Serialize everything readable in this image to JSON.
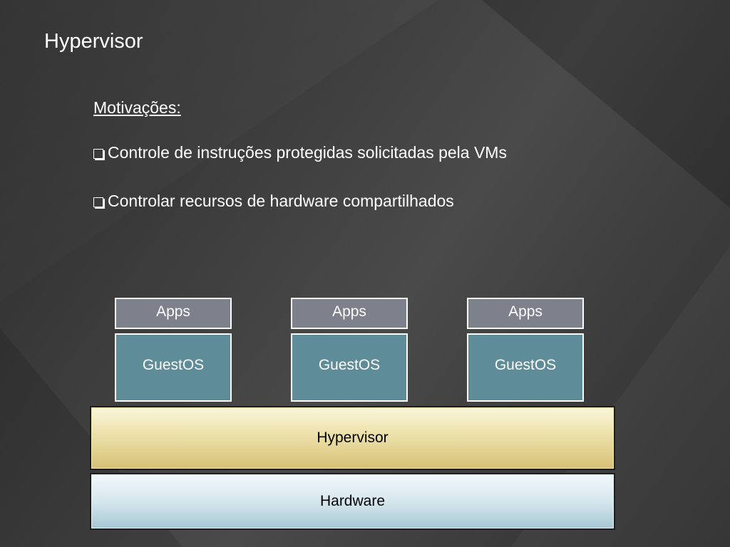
{
  "slide": {
    "title": "Hypervisor",
    "subheading": "Motivações:",
    "bullets": [
      "Controle de instruções protegidas solicitadas pela VMs",
      "Controlar recursos de hardware compartilhados"
    ]
  },
  "diagram": {
    "vms": [
      {
        "apps": "Apps",
        "os": "GuestOS"
      },
      {
        "apps": "Apps",
        "os": "GuestOS"
      },
      {
        "apps": "Apps",
        "os": "GuestOS"
      }
    ],
    "hypervisor": "Hypervisor",
    "hardware": "Hardware"
  },
  "colors": {
    "apps_fill": "#7c818c",
    "guestos_fill": "#5f8c99",
    "hypervisor_fill": "#ece0a9",
    "hardware_fill": "#d6e7ee"
  },
  "icons": {
    "bullet": "checkbox-icon"
  }
}
